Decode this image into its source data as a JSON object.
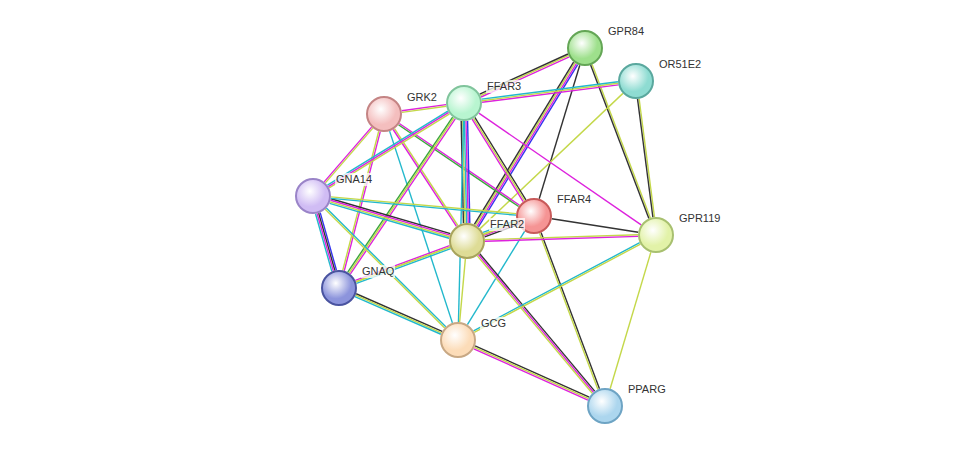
{
  "diagram": {
    "nodes": [
      {
        "text": [
          "GPR84"
        ]
      },
      {
        "text": [
          "OR51E2"
        ]
      },
      {
        "text": [
          "FFAR3"
        ]
      },
      {
        "text": [
          "GRK2"
        ]
      },
      {
        "text": [
          "GNA14"
        ]
      },
      {
        "text": [
          "FFAR4"
        ]
      },
      {
        "text": [
          "GPR119"
        ]
      },
      {
        "text": [
          "FFAR2"
        ]
      },
      {
        "text": [
          "GNAQ"
        ]
      },
      {
        "text": [
          "GCG"
        ]
      },
      {
        "text": [
          "PPARG"
        ]
      }
    ],
    "edges": [
      {
        "from": 0,
        "to": 2,
        "arrow": "none"
      },
      {
        "from": 0,
        "to": 5,
        "arrow": "none"
      },
      {
        "from": 0,
        "to": 7,
        "arrow": "none"
      },
      {
        "from": 0,
        "to": 6,
        "arrow": "none"
      },
      {
        "from": 1,
        "to": 2,
        "arrow": "none"
      },
      {
        "from": 1,
        "to": 7,
        "arrow": "none"
      },
      {
        "from": 1,
        "to": 6,
        "arrow": "none"
      },
      {
        "from": 3,
        "to": 2,
        "arrow": "none"
      },
      {
        "from": 3,
        "to": 4,
        "arrow": "none"
      },
      {
        "from": 3,
        "to": 8,
        "arrow": "none"
      },
      {
        "from": 3,
        "to": 7,
        "arrow": "none"
      },
      {
        "from": 3,
        "to": 5,
        "arrow": "none"
      },
      {
        "from": 3,
        "to": 9,
        "arrow": "none"
      },
      {
        "from": 2,
        "to": 4,
        "arrow": "none"
      },
      {
        "from": 2,
        "to": 8,
        "arrow": "none"
      },
      {
        "from": 2,
        "to": 7,
        "arrow": "none"
      },
      {
        "from": 2,
        "to": 5,
        "arrow": "none"
      },
      {
        "from": 2,
        "to": 6,
        "arrow": "none"
      },
      {
        "from": 2,
        "to": 9,
        "arrow": "none"
      },
      {
        "from": 4,
        "to": 8,
        "arrow": "none"
      },
      {
        "from": 4,
        "to": 7,
        "arrow": "none"
      },
      {
        "from": 4,
        "to": 5,
        "arrow": "none"
      },
      {
        "from": 4,
        "to": 9,
        "arrow": "none"
      },
      {
        "from": 5,
        "to": 7,
        "arrow": "none"
      },
      {
        "from": 5,
        "to": 6,
        "arrow": "none"
      },
      {
        "from": 5,
        "to": 10,
        "arrow": "none"
      },
      {
        "from": 5,
        "to": 9,
        "arrow": "none"
      },
      {
        "from": 8,
        "to": 7,
        "arrow": "none"
      },
      {
        "from": 8,
        "to": 5,
        "arrow": "none"
      },
      {
        "from": 7,
        "to": 6,
        "arrow": "none"
      },
      {
        "from": 7,
        "to": 9,
        "arrow": "none"
      },
      {
        "from": 7,
        "to": 10,
        "arrow": "none"
      },
      {
        "from": 8,
        "to": 9,
        "arrow": "none"
      },
      {
        "from": 9,
        "to": 6,
        "arrow": "none"
      },
      {
        "from": 9,
        "to": 10,
        "arrow": "none"
      },
      {
        "from": 6,
        "to": 10,
        "arrow": "none"
      }
    ]
  }
}
